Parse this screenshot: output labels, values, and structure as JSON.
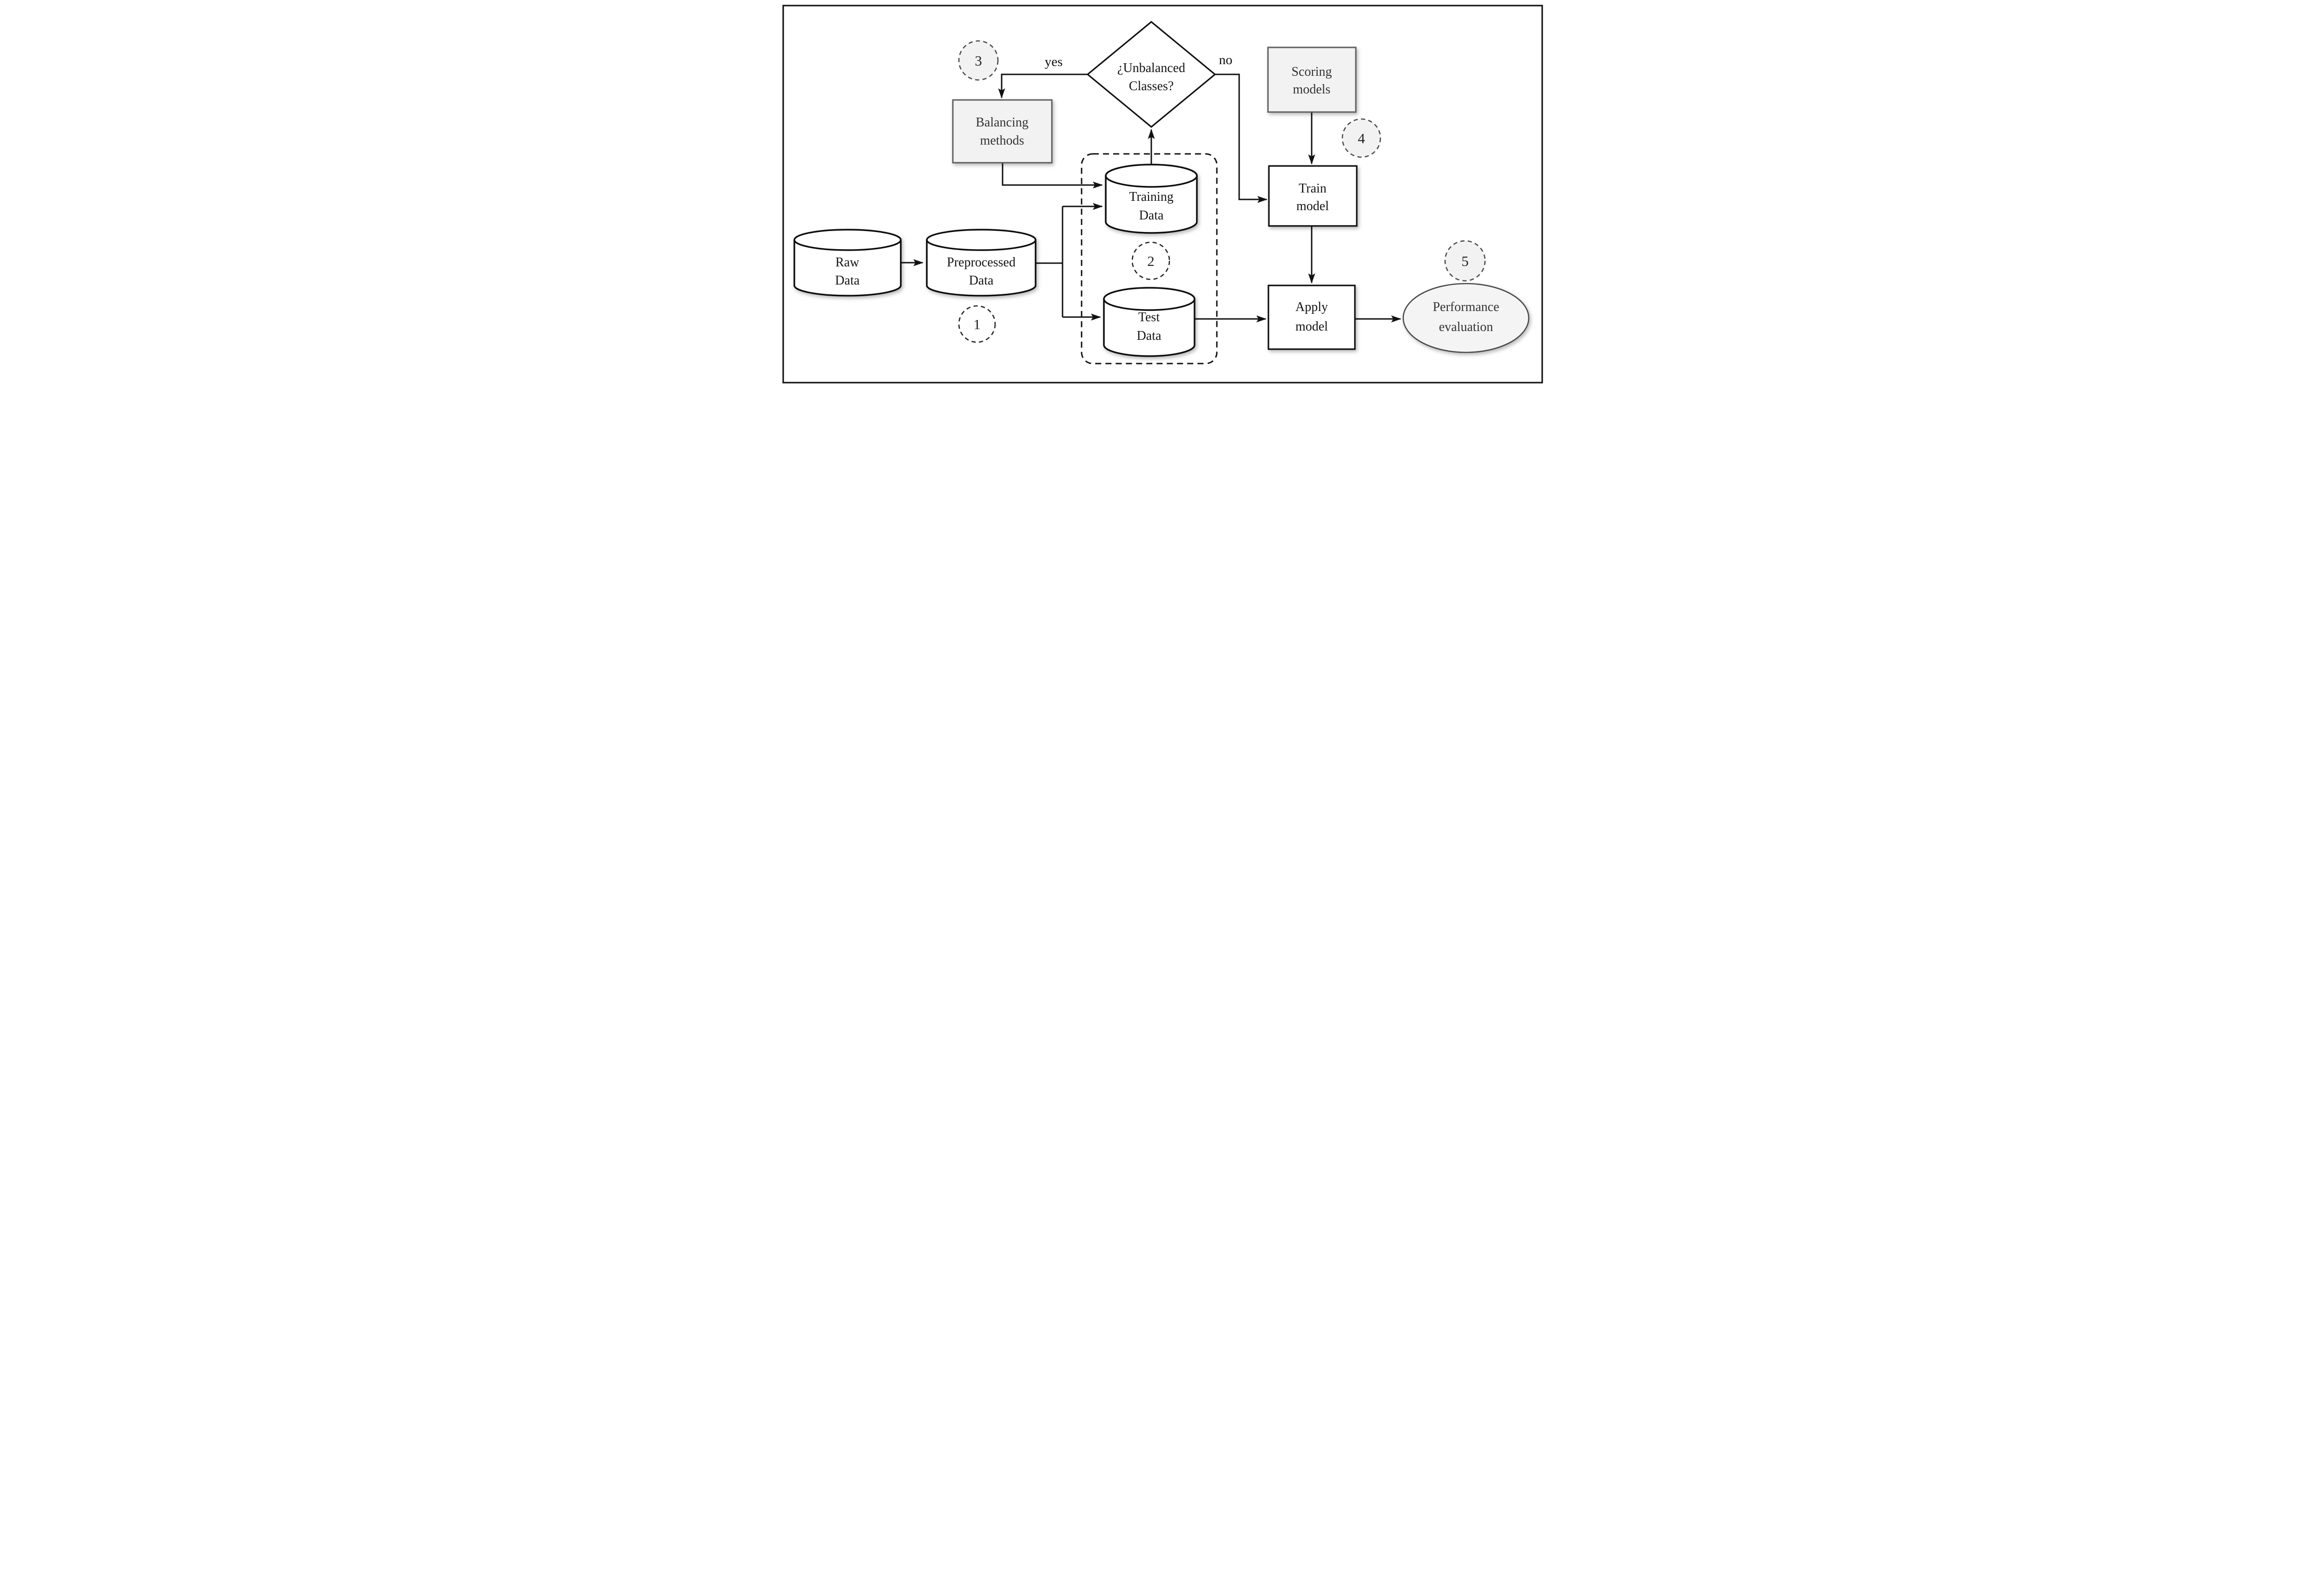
{
  "diagram": {
    "type": "flowchart",
    "background_color": "#ffffff",
    "border_color": "#111111",
    "colors": {
      "shape_fill_white": "#ffffff",
      "shape_fill_gray": "#f2f2f2",
      "stroke_black": "#111111",
      "stroke_gray": "#5f5f5f",
      "text_black": "#151515",
      "text_gray": "#333333"
    },
    "nodes": {
      "raw_data": {
        "shape": "cylinder",
        "line1": "Raw",
        "line2": "Data"
      },
      "preprocessed": {
        "shape": "cylinder",
        "line1": "Preprocessed",
        "line2": "Data"
      },
      "training_data": {
        "shape": "cylinder",
        "line1": "Training",
        "line2": "Data"
      },
      "test_data": {
        "shape": "cylinder",
        "line1": "Test",
        "line2": "Data"
      },
      "decision": {
        "shape": "diamond",
        "line1": "¿Unbalanced",
        "line2": "Classes?"
      },
      "balancing": {
        "shape": "process",
        "line1": "Balancing",
        "line2": "methods"
      },
      "scoring": {
        "shape": "process",
        "line1": "Scoring",
        "line2": "models"
      },
      "train_model": {
        "shape": "process",
        "line1": "Train",
        "line2": "model"
      },
      "apply_model": {
        "shape": "process",
        "line1": "Apply",
        "line2": "model"
      },
      "performance": {
        "shape": "terminator",
        "line1": "Performance",
        "line2": "evaluation"
      }
    },
    "edge_labels": {
      "yes": "yes",
      "no": "no"
    },
    "step_markers": {
      "s1": "1",
      "s2": "2",
      "s3": "3",
      "s4": "4",
      "s5": "5"
    }
  }
}
